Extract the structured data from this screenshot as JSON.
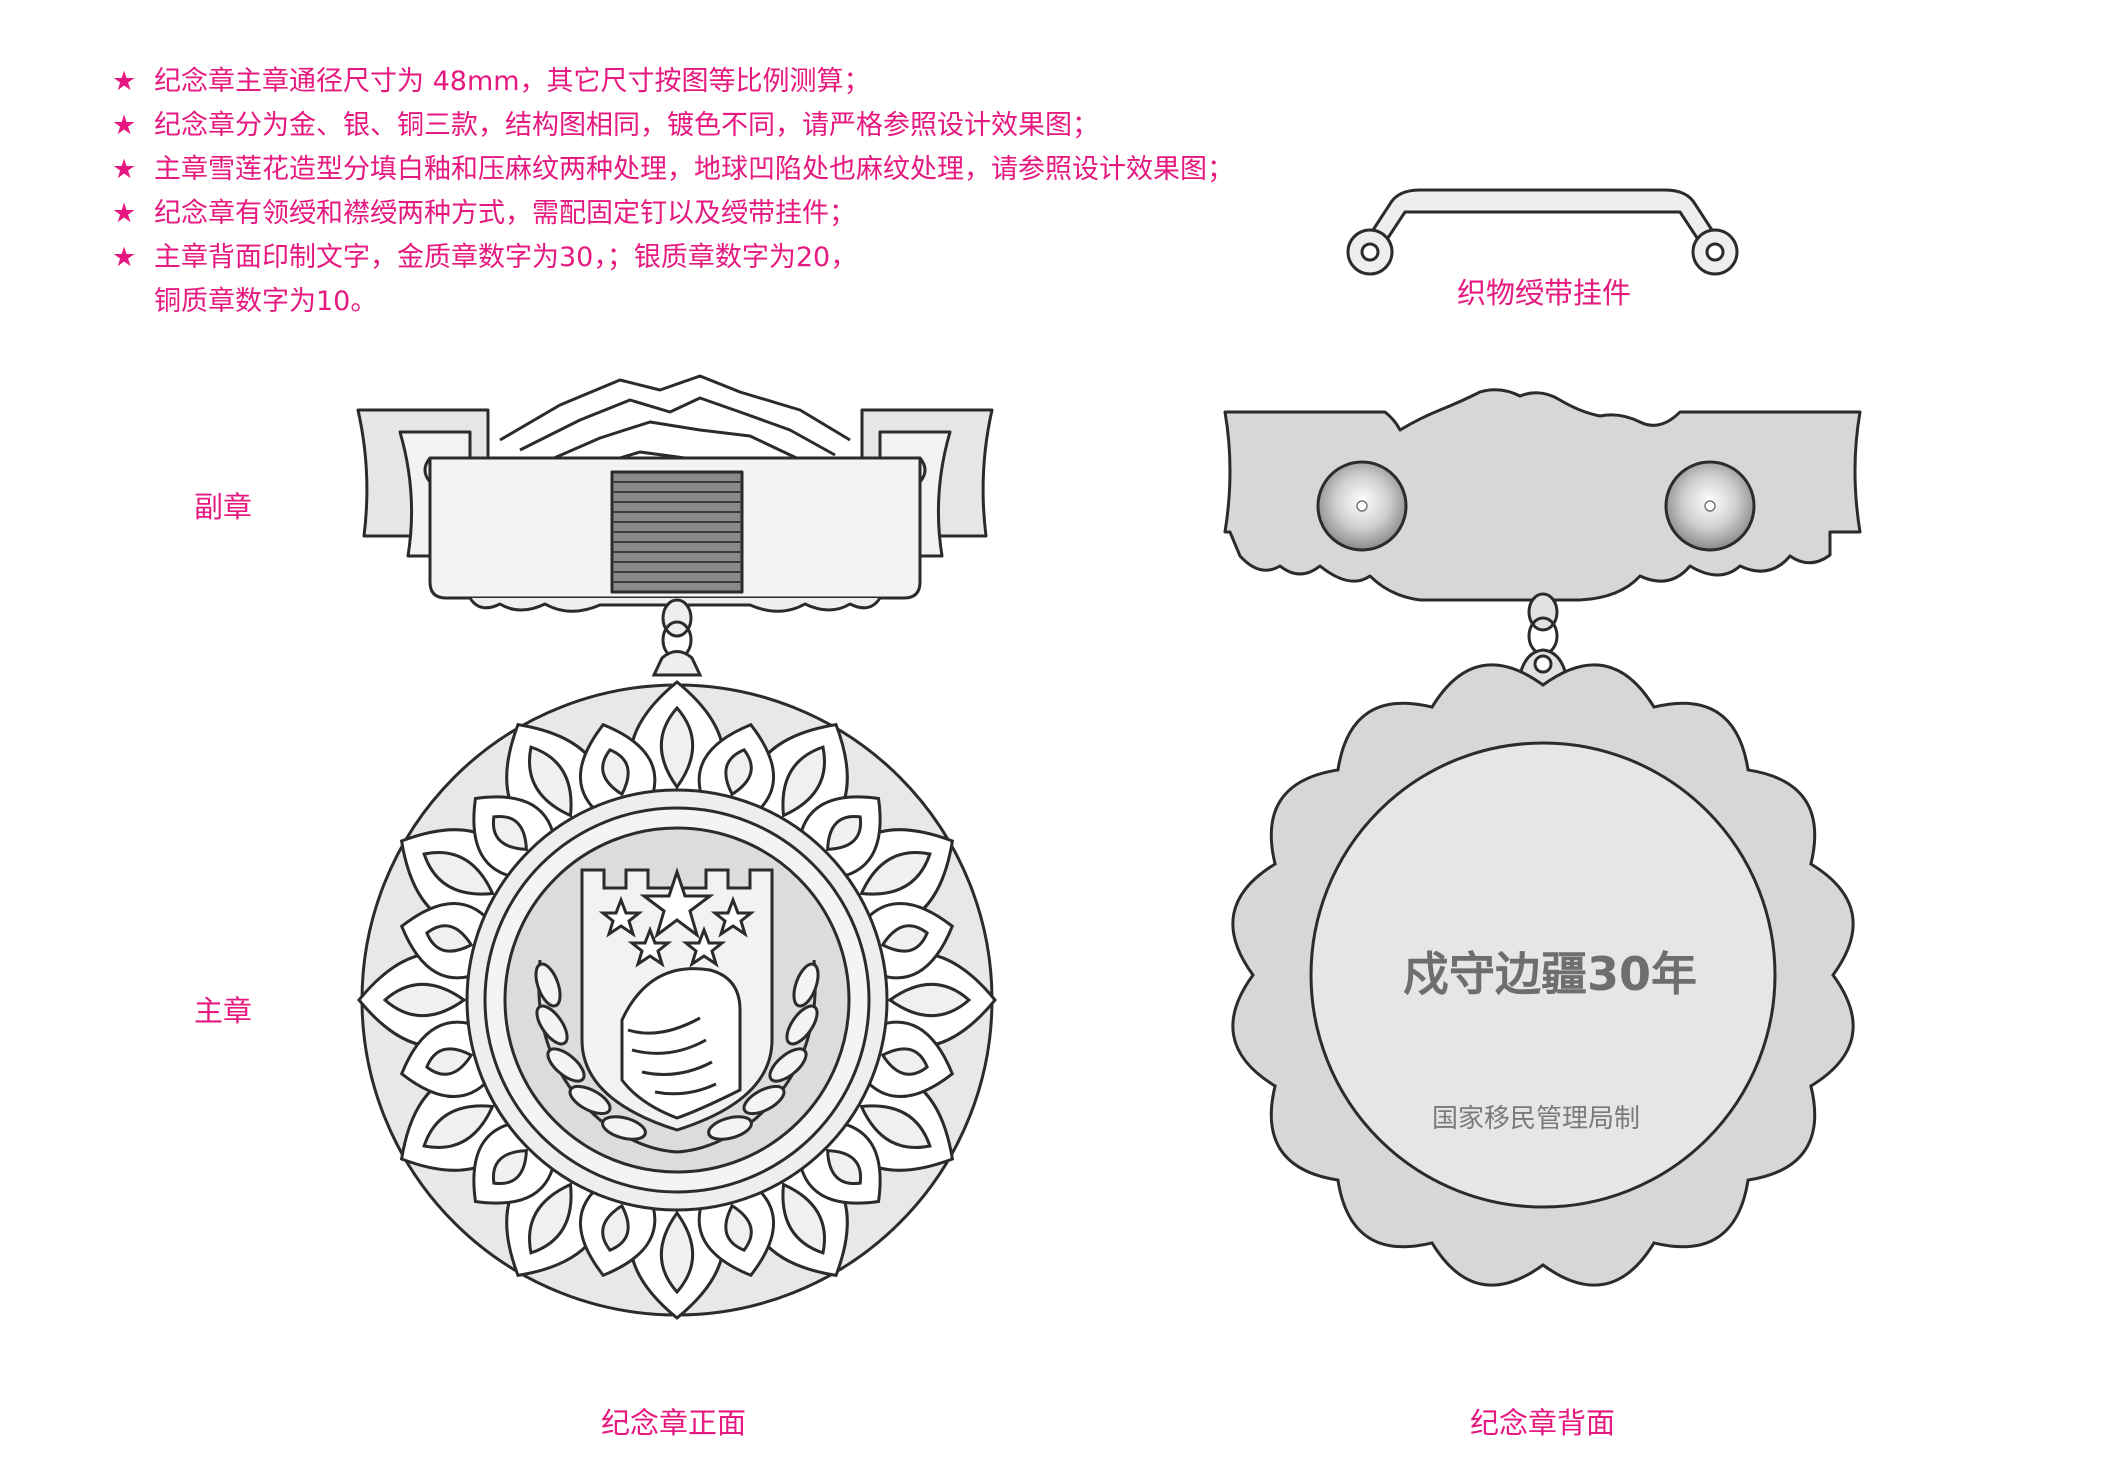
{
  "notes": [
    {
      "star": "★",
      "text": "纪念章主章通径尺寸为 48mm，其它尺寸按图等比例测算；"
    },
    {
      "star": "★",
      "text": "纪念章分为金、银、铜三款，结构图相同，镀色不同，请严格参照设计效果图；"
    },
    {
      "star": "★",
      "text": "主章雪莲花造型分填白釉和压麻纹两种处理，地球凹陷处也麻纹处理，请参照设计效果图；"
    },
    {
      "star": "★",
      "text": "纪念章有领绶和襟绶两种方式，需配固定钉以及绶带挂件；"
    },
    {
      "star": "★",
      "text": "主章背面印制文字，金质章数字为30，；银质章数字为20，",
      "continuation": "铜质章数字为10。"
    }
  ],
  "labels": {
    "fujang": "副章",
    "zhujang": "主章",
    "hanger": "织物绶带挂件",
    "front": "纪念章正面",
    "back": "纪念章背面"
  },
  "back_inscription": {
    "main": "戍守边疆30年",
    "sub": "国家移民管理局制"
  },
  "colors": {
    "accent": "#e5197f",
    "line": "#2b2b2b",
    "fill_light": "#eeeeee",
    "fill_mid": "#dcdcdc",
    "fill_back": "#d7d7d7"
  }
}
